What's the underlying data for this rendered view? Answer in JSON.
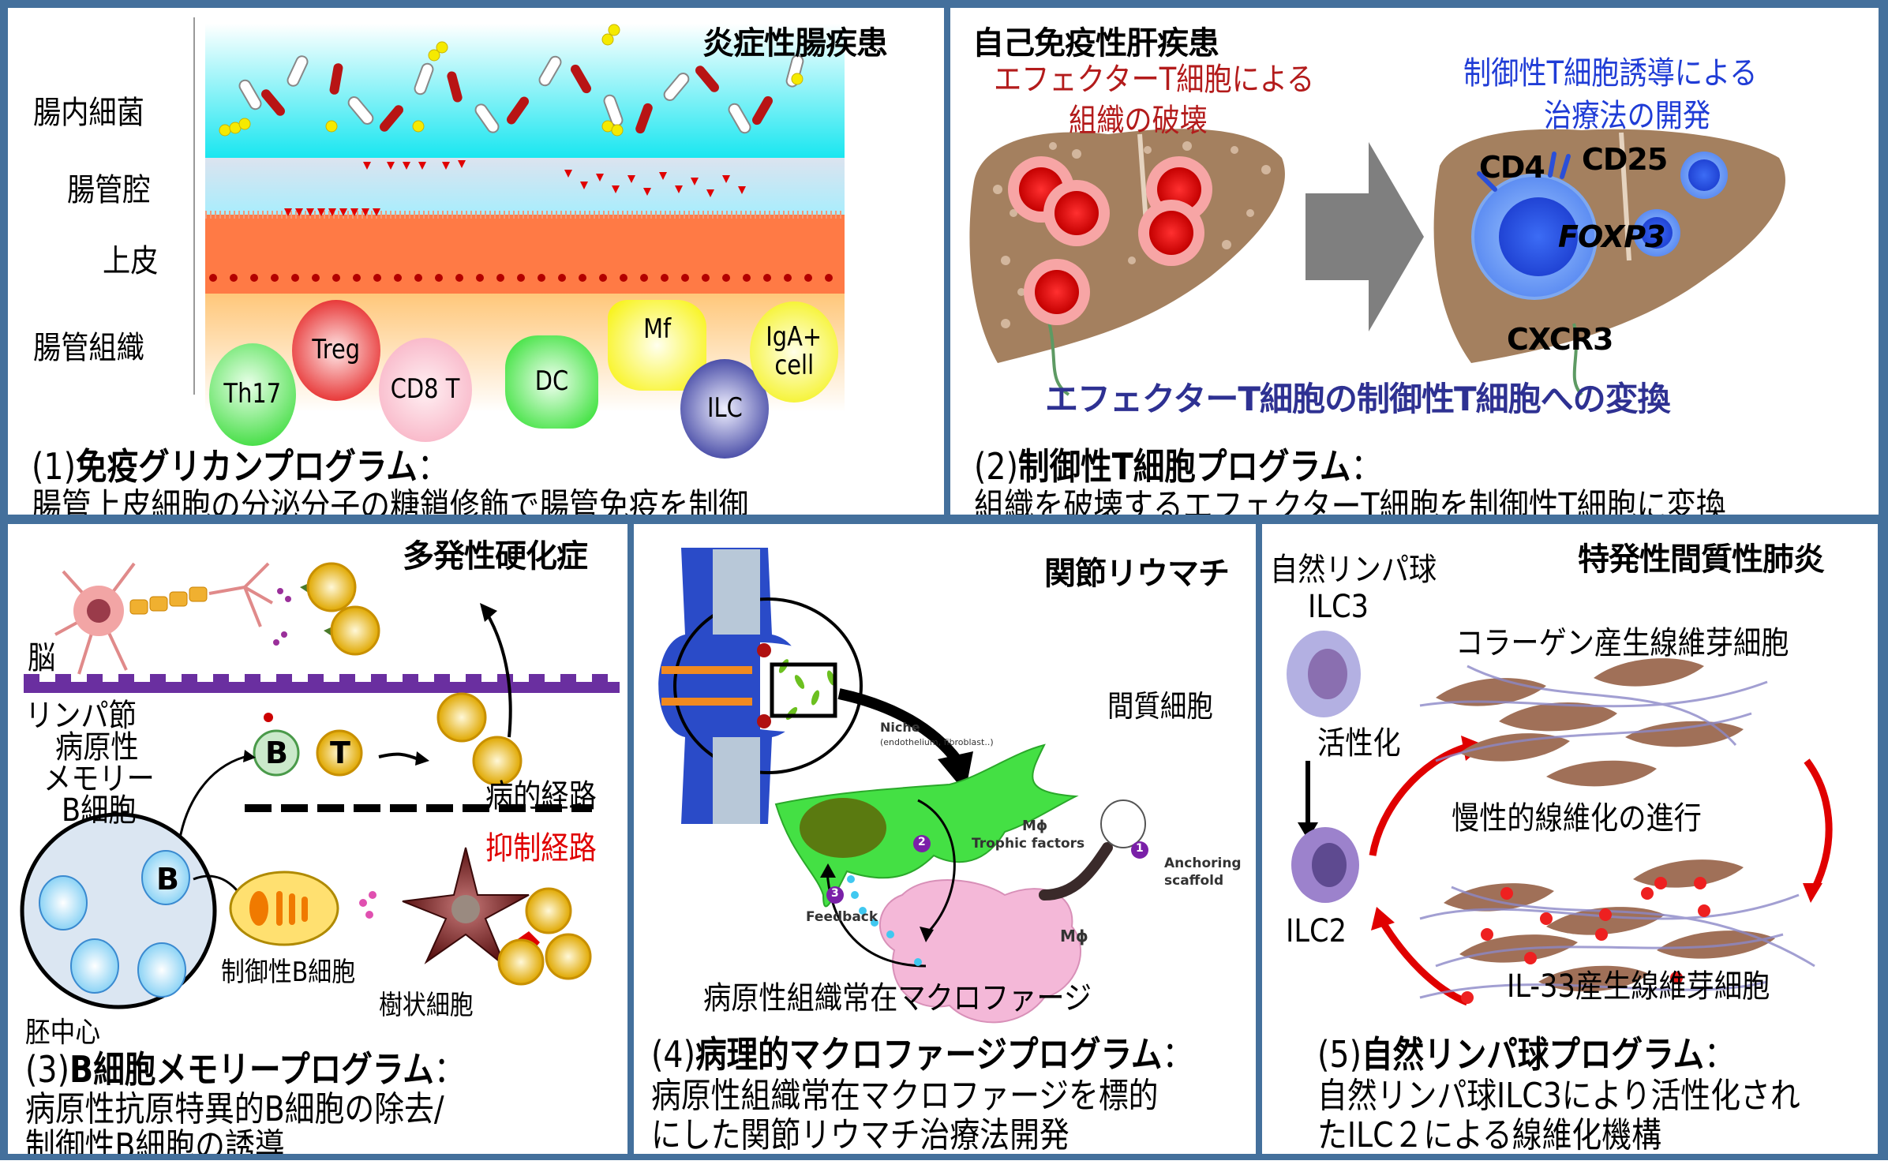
{
  "colors": {
    "border": "#44709c",
    "effector_red": "#b31b1b",
    "treg_blue": "#1f3cd6",
    "conversion_indigo": "#2e3192",
    "suppress_red": "#e00000"
  },
  "panel1": {
    "disease": "炎症性腸疾患",
    "layers": [
      "腸内細菌",
      "腸管腔",
      "上皮",
      "腸管組織"
    ],
    "cells": [
      "Th17",
      "Treg",
      "CD8 T",
      "DC",
      "Mf",
      "ILC",
      "IgA+",
      "cell"
    ],
    "caption_number": "(1)",
    "caption_title": "免疫グリカンプログラム",
    "caption_colon": "：",
    "caption_body": "腸管上皮細胞の分泌分子の糖鎖修飾で腸管免疫を制御"
  },
  "panel2": {
    "disease": "自己免疫性肝疾患",
    "left_heading_line1": "エフェクターT細胞による",
    "left_heading_line2": "組織の破壊",
    "right_heading_line1": "制御性T細胞誘導による",
    "right_heading_line2": "治療法の開発",
    "markers": [
      "CD4",
      "CD25",
      "FOXP3",
      "CXCR3"
    ],
    "conversion": "エフェクターT細胞の制御性T細胞への変換",
    "caption_number": "(2)",
    "caption_title": "制御性T細胞プログラム",
    "caption_colon": "：",
    "caption_body": "組織を破壊するエフェクターT細胞を制御性T細胞に変換"
  },
  "panel3": {
    "disease": "多発性硬化症",
    "brain": "脳",
    "lymph_node": "リンパ節",
    "memory_b_line1": "病原性",
    "memory_b_line2": "メモリー",
    "memory_b_line3": "B細胞",
    "b_letter": "B",
    "t_letter": "T",
    "pathogenic_path": "病的経路",
    "suppressive_path": "抑制経路",
    "regulatory_b": "制御性B細胞",
    "dendritic": "樹状細胞",
    "germinal_center": "胚中心",
    "caption_number": "(3)",
    "caption_title": "B細胞メモリープログラム",
    "caption_colon": "：",
    "caption_body_line1": "病原性抗原特異的B細胞の除去/",
    "caption_body_line2": "制御性B細胞の誘導"
  },
  "panel4": {
    "disease": "関節リウマチ",
    "stromal": "間質細胞",
    "niche": "Niche",
    "niche_sub": "(endothelium, fibroblast..)",
    "mphi": "Mϕ",
    "trophic": "Trophic factors",
    "anchoring_line1": "Anchoring",
    "anchoring_line2": "scaffold",
    "feedback": "Feedback",
    "step_numbers": [
      "1",
      "2",
      "3"
    ],
    "macrophage_label": "病原性組織常在マクロファージ",
    "caption_number": "(4)",
    "caption_title": "病理的マクロファージプログラム",
    "caption_colon": "：",
    "caption_body_line1": "病原性組織常在マクロファージを標的",
    "caption_body_line2": "にした関節リウマチ治療法開発"
  },
  "panel5": {
    "disease": "特発性間質性肺炎",
    "innate_line1": "自然リンパ球",
    "innate_line2": "ILC3",
    "activation": "活性化",
    "ilc2": "ILC2",
    "collagen_fibroblast": "コラーゲン産生線維芽細胞",
    "progression": "慢性的線維化の進行",
    "il33_fibroblast": "IL-33産生線維芽細胞",
    "caption_number": "(5)",
    "caption_title": "自然リンパ球プログラム",
    "caption_colon": "：",
    "caption_body_line1": "自然リンパ球ILC3により活性化され",
    "caption_body_line2": "たILC２による線維化機構"
  }
}
